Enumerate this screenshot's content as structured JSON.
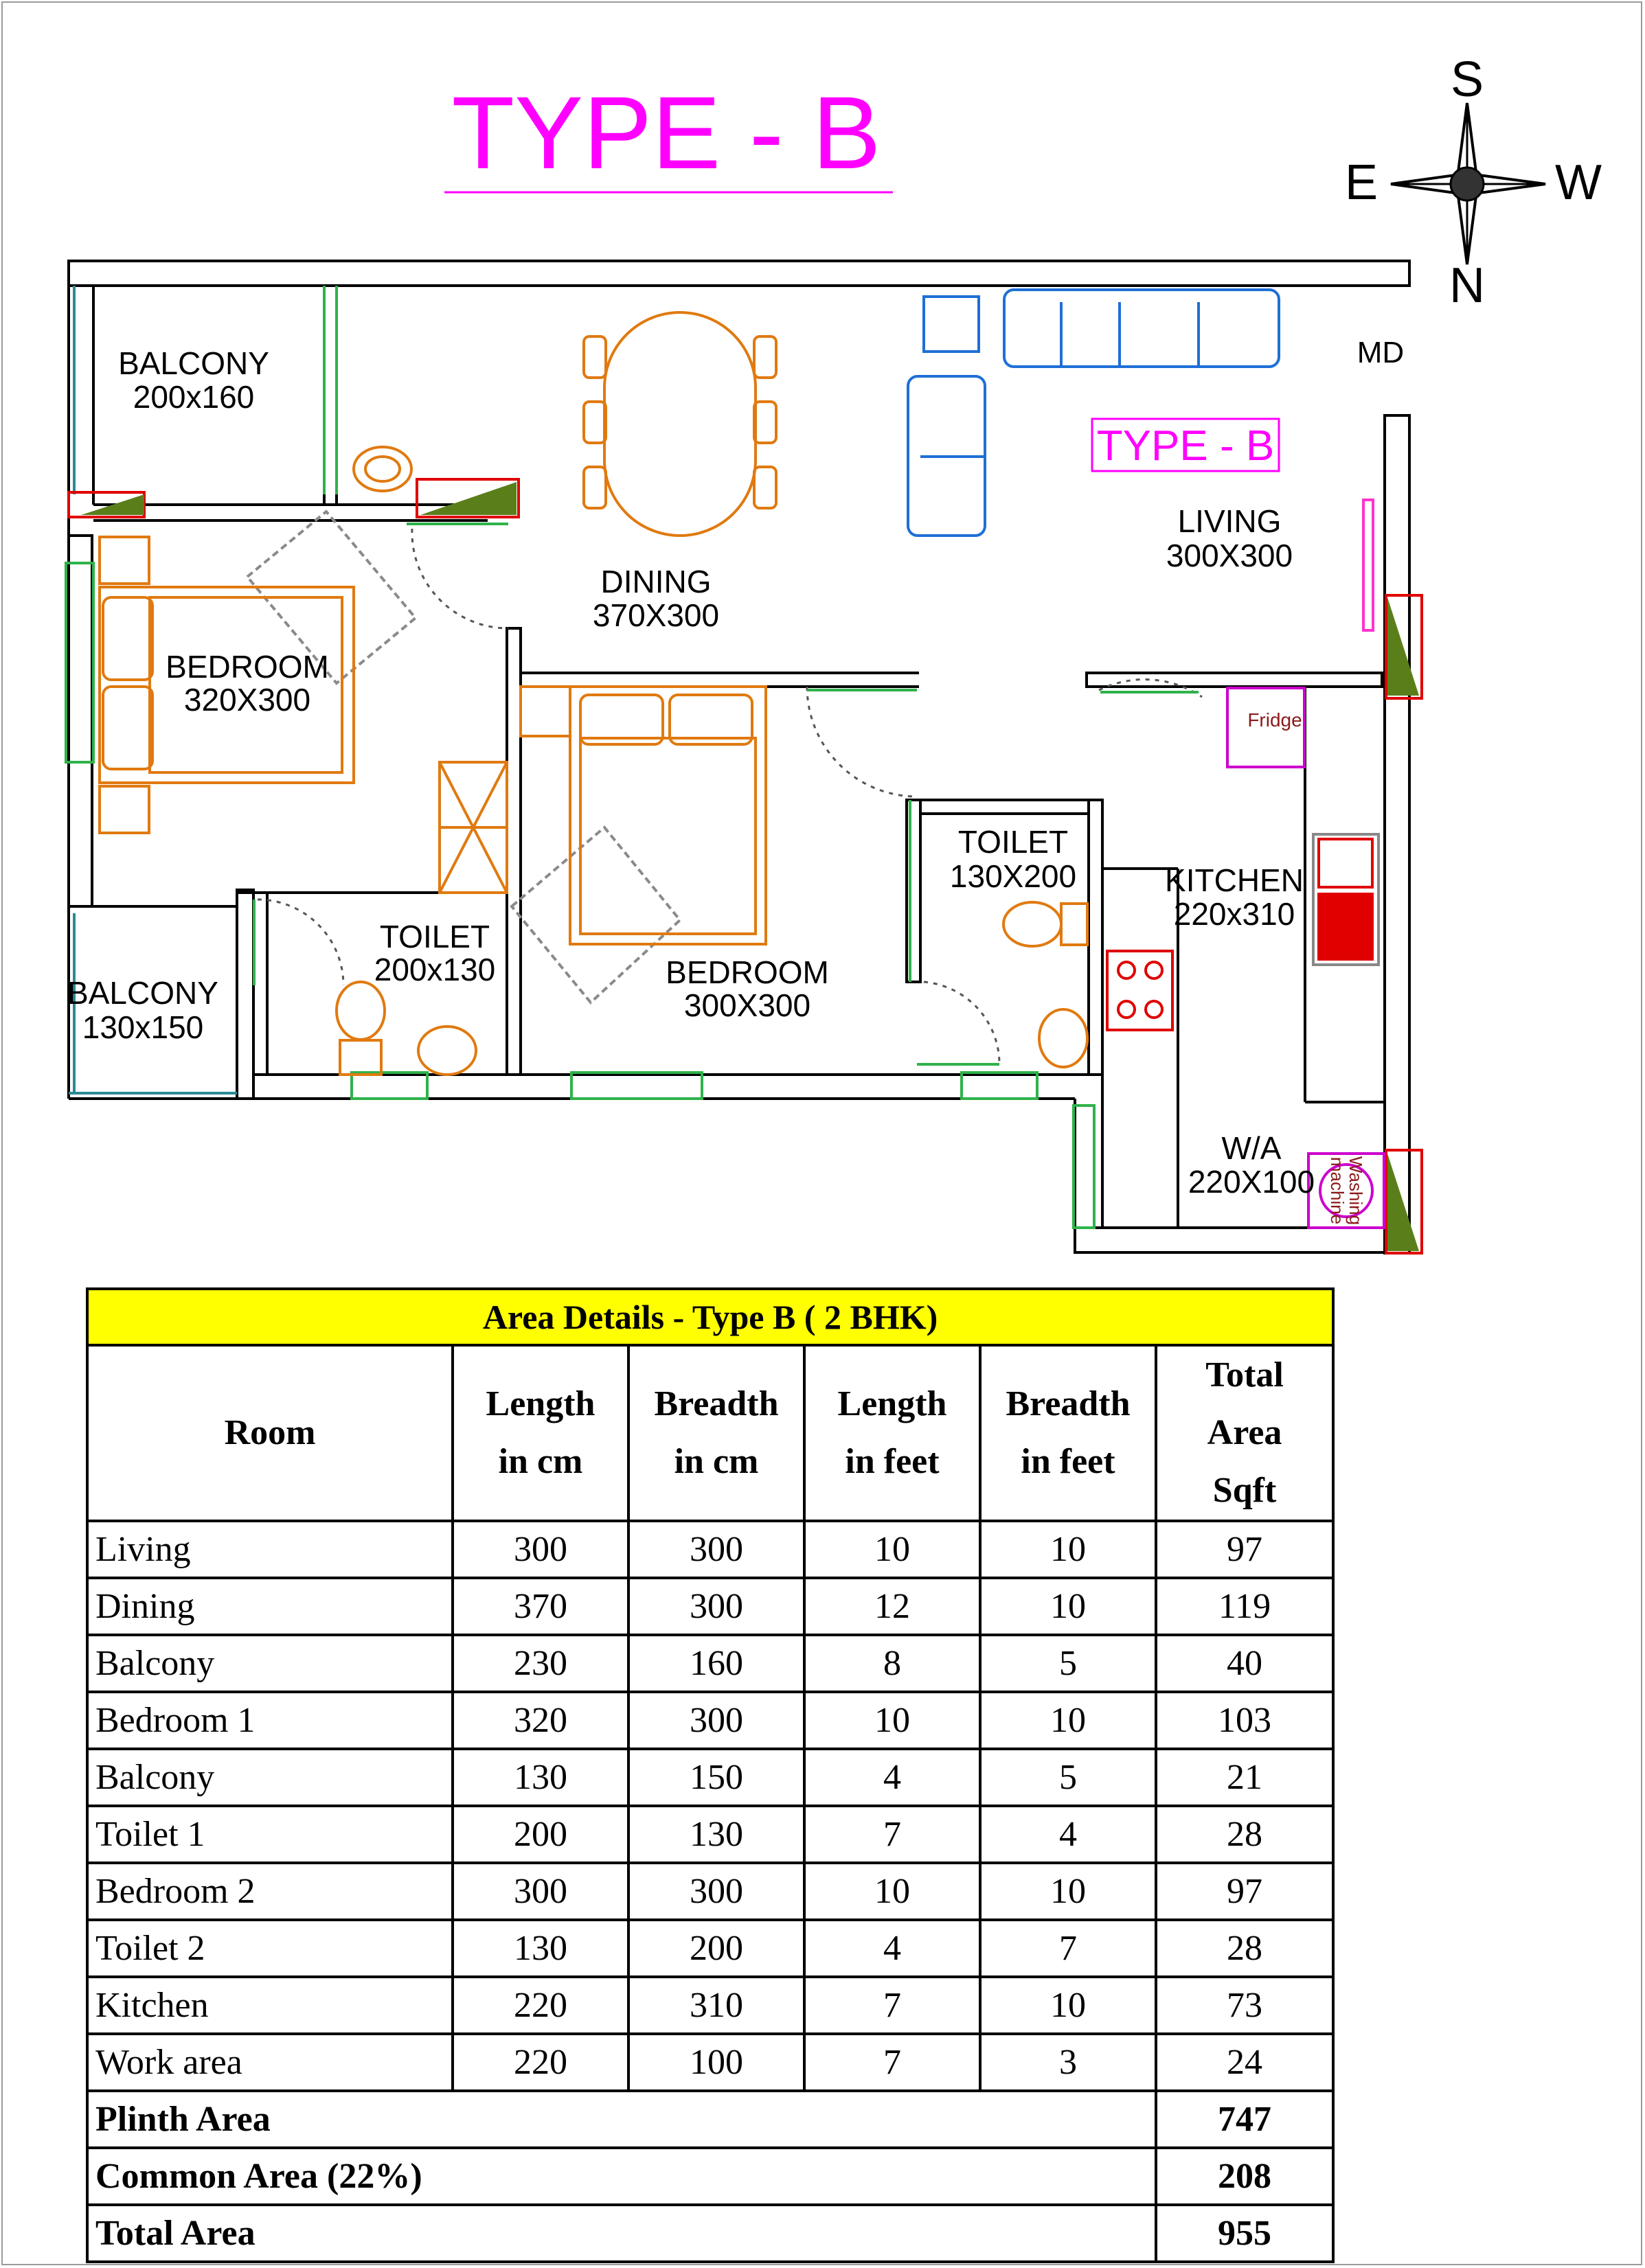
{
  "plan": {
    "title": "TYPE - B",
    "badge": "TYPE - B",
    "compass": {
      "top": "S",
      "left": "E",
      "right": "W",
      "bottom": "N"
    },
    "rooms": {
      "balcony1": {
        "name": "BALCONY",
        "size": "200x160"
      },
      "dining": {
        "name": "DINING",
        "size": "370X300"
      },
      "living": {
        "name": "LIVING",
        "size": "300X300"
      },
      "bedroom1": {
        "name": "BEDROOM",
        "size": "320X300"
      },
      "bedroom2": {
        "name": "BEDROOM",
        "size": "300X300"
      },
      "toilet1": {
        "name": "TOILET",
        "size": "200x130"
      },
      "toilet2": {
        "name": "TOILET",
        "size": "130X200"
      },
      "kitchen": {
        "name": "KITCHEN",
        "size": "220x310"
      },
      "balcony2": {
        "name": "BALCONY",
        "size": "130x150"
      },
      "workarea": {
        "name": "W/A",
        "size": "220X100"
      }
    },
    "labels": {
      "md": "MD",
      "fridge": "Fridge",
      "washing_1": "Washing",
      "washing_2": "machine"
    },
    "colors": {
      "title": "#ff00ff",
      "walls": "#000000",
      "furniture": "#e07a10",
      "sofa": "#1f6fd6",
      "doors": "#2fb24a",
      "shaft": "#5a7f1a",
      "marker": "#e00000"
    }
  },
  "table": {
    "title": "Area Details - Type B ( 2 BHK)",
    "headers": {
      "room": "Room",
      "len_cm": [
        "Length",
        "in cm"
      ],
      "br_cm": [
        "Breadth",
        "in cm"
      ],
      "len_ft": [
        "Length",
        "in feet"
      ],
      "br_ft": [
        "Breadth",
        "in feet"
      ],
      "total": [
        "Total",
        "Area",
        "Sqft"
      ]
    },
    "rows": [
      {
        "room": "Living",
        "len_cm": "300",
        "br_cm": "300",
        "len_ft": "10",
        "br_ft": "10",
        "total": "97"
      },
      {
        "room": "Dining",
        "len_cm": "370",
        "br_cm": "300",
        "len_ft": "12",
        "br_ft": "10",
        "total": "119"
      },
      {
        "room": "Balcony",
        "len_cm": "230",
        "br_cm": "160",
        "len_ft": "8",
        "br_ft": "5",
        "total": "40"
      },
      {
        "room": "Bedroom 1",
        "len_cm": "320",
        "br_cm": "300",
        "len_ft": "10",
        "br_ft": "10",
        "total": "103"
      },
      {
        "room": "Balcony",
        "len_cm": "130",
        "br_cm": "150",
        "len_ft": "4",
        "br_ft": "5",
        "total": "21"
      },
      {
        "room": "Toilet 1",
        "len_cm": "200",
        "br_cm": "130",
        "len_ft": "7",
        "br_ft": "4",
        "total": "28"
      },
      {
        "room": "Bedroom 2",
        "len_cm": "300",
        "br_cm": "300",
        "len_ft": "10",
        "br_ft": "10",
        "total": "97"
      },
      {
        "room": "Toilet 2",
        "len_cm": "130",
        "br_cm": "200",
        "len_ft": "4",
        "br_ft": "7",
        "total": "28"
      },
      {
        "room": "Kitchen",
        "len_cm": "220",
        "br_cm": "310",
        "len_ft": "7",
        "br_ft": "10",
        "total": "73"
      },
      {
        "room": "Work area",
        "len_cm": "220",
        "br_cm": "100",
        "len_ft": "7",
        "br_ft": "3",
        "total": "24"
      }
    ],
    "summary": [
      {
        "label": "Plinth Area",
        "value": "747"
      },
      {
        "label": "Common Area (22%)",
        "value": "208"
      },
      {
        "label": "Total Area",
        "value": "955"
      }
    ]
  }
}
